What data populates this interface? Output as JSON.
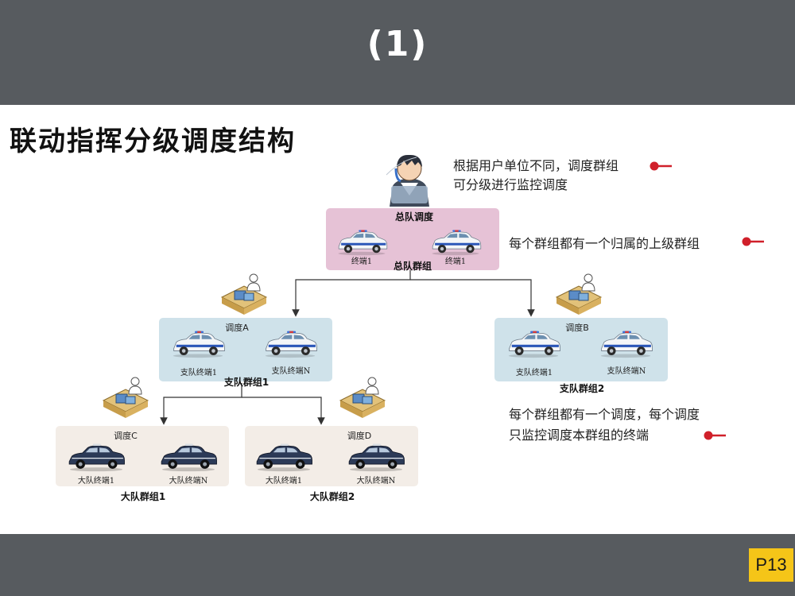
{
  "slide": {
    "number_text": "(1)",
    "page_badge": "P13"
  },
  "title": "联动指挥分级调度结构",
  "notes": {
    "note1_line1": "根据用户单位不同，调度群组",
    "note1_line2": "可分级进行监控调度",
    "note2": "每个群组都有一个归属的上级群组",
    "note3_line1": "每个群组都有一个调度，每个调度",
    "note3_line2": "只监控调度本群组的终端"
  },
  "colors": {
    "band": "#575b5f",
    "badge": "#f5c518",
    "bullet": "#d0202a",
    "top_group": "#e6c2d6",
    "mid_group": "#cfe2ea",
    "low_group": "#f3ede7"
  },
  "groups": {
    "top": {
      "dispatch": "总队调度",
      "name": "总队群组",
      "terminals": [
        "终端1",
        "终端1"
      ]
    },
    "zhidui1": {
      "dispatch": "调度A",
      "name": "支队群组1",
      "terminals": [
        "支队终端1",
        "支队终端N"
      ]
    },
    "zhidui2": {
      "dispatch": "调度B",
      "name": "支队群组2",
      "terminals": [
        "支队终端1",
        "支队终端N"
      ]
    },
    "dadui1": {
      "dispatch": "调度C",
      "name": "大队群组1",
      "terminals": [
        "大队终端1",
        "大队终端N"
      ]
    },
    "dadui2": {
      "dispatch": "调度D",
      "name": "大队群组2",
      "terminals": [
        "大队终端1",
        "大队终端N"
      ]
    }
  },
  "icons": {
    "car": "police-car-icon",
    "dispatcher": "dispatcher-desk-icon",
    "operator": "operator-avatar-icon",
    "bullet": "red-bullet-icon"
  }
}
